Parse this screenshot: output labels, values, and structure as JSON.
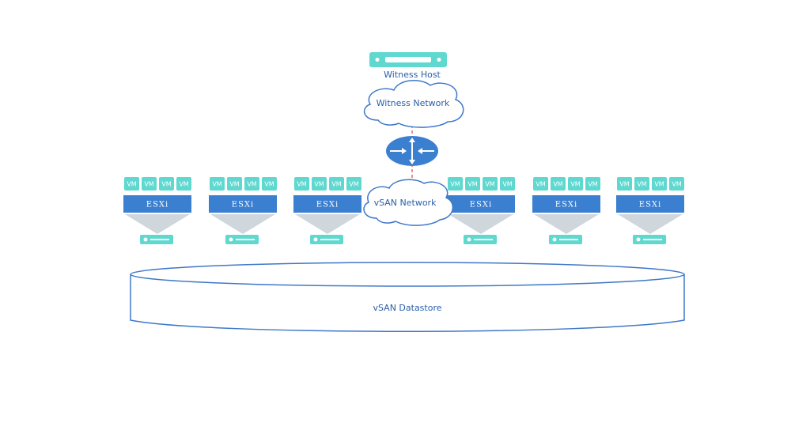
{
  "witness": {
    "label": "Witness Host"
  },
  "witness_network": {
    "label": "Witness Network"
  },
  "vsan_network": {
    "label": "vSAN Network"
  },
  "datastore": {
    "label": "vSAN Datastore"
  },
  "hosts": [
    {
      "esxi_label": "ESXi",
      "vms": [
        "VM",
        "VM",
        "VM",
        "VM"
      ]
    },
    {
      "esxi_label": "ESXi",
      "vms": [
        "VM",
        "VM",
        "VM",
        "VM"
      ]
    },
    {
      "esxi_label": "ESXi",
      "vms": [
        "VM",
        "VM",
        "VM",
        "VM"
      ]
    },
    {
      "esxi_label": "ESXi",
      "vms": [
        "VM",
        "VM",
        "VM",
        "VM"
      ]
    },
    {
      "esxi_label": "ESXi",
      "vms": [
        "VM",
        "VM",
        "VM",
        "VM"
      ]
    },
    {
      "esxi_label": "ESXi",
      "vms": [
        "VM",
        "VM",
        "VM",
        "VM"
      ]
    }
  ],
  "colors": {
    "teal": "#5fd8d0",
    "esxi_blue": "#3a7fd0",
    "outline_blue": "#3f78c8",
    "funnel_gray": "#cfd6dc",
    "link_red": "#e06b74"
  }
}
